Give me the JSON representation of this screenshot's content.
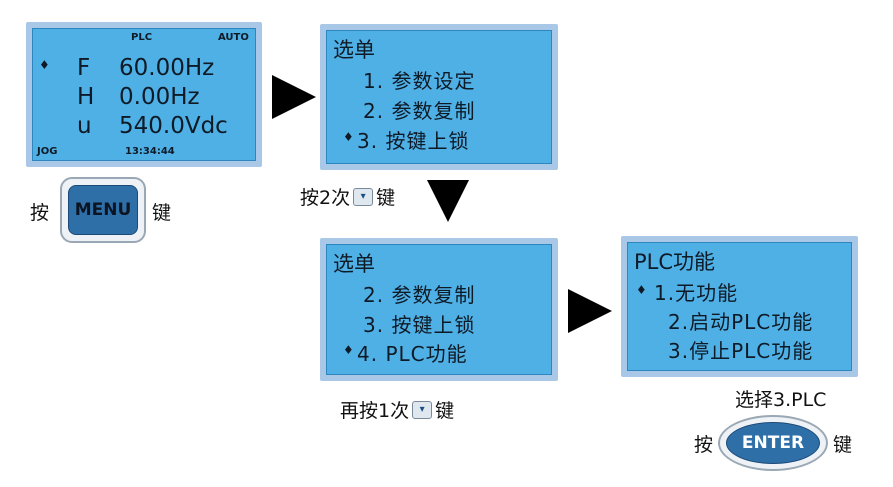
{
  "screen1": {
    "plc": "PLC",
    "auto": "AUTO",
    "cursor": "♦",
    "rows": [
      {
        "label": "F",
        "value": "60.00Hz"
      },
      {
        "label": "H",
        "value": "0.00Hz"
      },
      {
        "label": "u",
        "value": "540.0Vdc"
      }
    ],
    "jog": "JOG",
    "time": "13:34:44"
  },
  "screen2": {
    "title": "选单",
    "items": [
      "1. 参数设定",
      "2. 参数复制",
      "3. 按键上锁"
    ],
    "cursor": "♦"
  },
  "screen3": {
    "title": "选单",
    "items": [
      "2. 参数复制",
      "3. 按键上锁",
      "4. PLC功能"
    ],
    "cursor": "♦"
  },
  "screen4": {
    "title": "PLC功能",
    "items": [
      "1.无功能",
      "2.启动PLC功能",
      "3.停止PLC功能"
    ],
    "cursor": "♦"
  },
  "captions": {
    "press": "按",
    "key": "键",
    "menu_label": "MENU",
    "press_twice": "按2次",
    "press_once_more": "再按1次",
    "select_plc": "选择3.PLC",
    "enter_label": "ENTER",
    "down_key_glyph": "▾"
  }
}
